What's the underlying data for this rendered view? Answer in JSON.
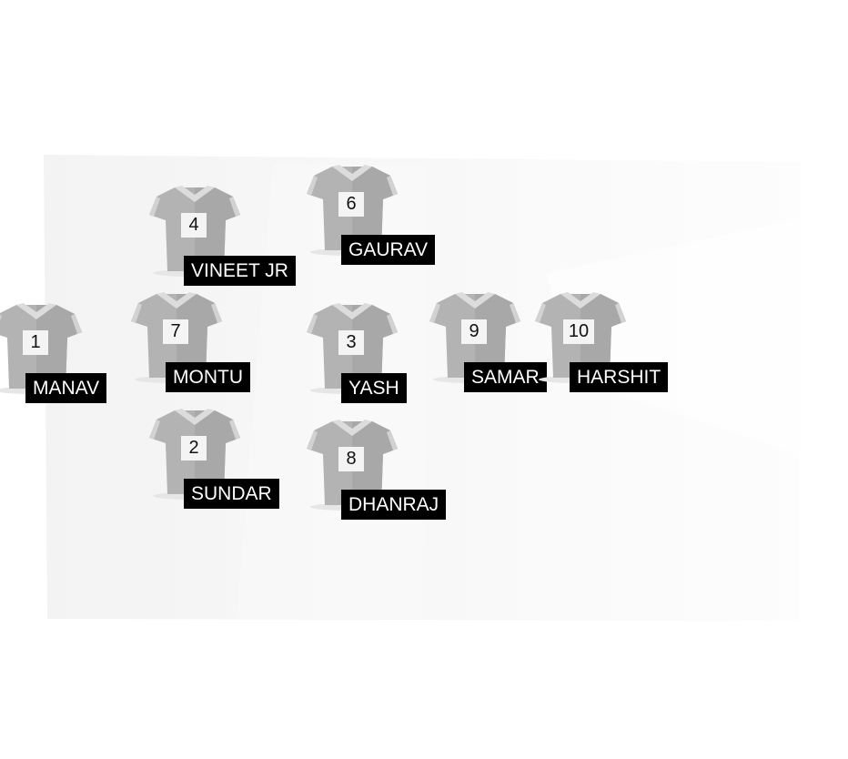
{
  "colors": {
    "jersey_body": "#b3b3b3",
    "jersey_shade": "#9f9f9f",
    "jersey_collar": "#dcdcdc",
    "name_label_bg": "#000000",
    "name_label_text": "#ffffff"
  },
  "lineup": {
    "players": [
      {
        "number": "1",
        "name": "MANAV"
      },
      {
        "number": "4",
        "name": "VINEET JR"
      },
      {
        "number": "7",
        "name": "MONTU"
      },
      {
        "number": "2",
        "name": "SUNDAR"
      },
      {
        "number": "6",
        "name": "GAURAV"
      },
      {
        "number": "3",
        "name": "YASH"
      },
      {
        "number": "8",
        "name": "DHANRAJ"
      },
      {
        "number": "9",
        "name": "SAMAR"
      },
      {
        "number": "10",
        "name": "HARSHIT"
      }
    ]
  }
}
